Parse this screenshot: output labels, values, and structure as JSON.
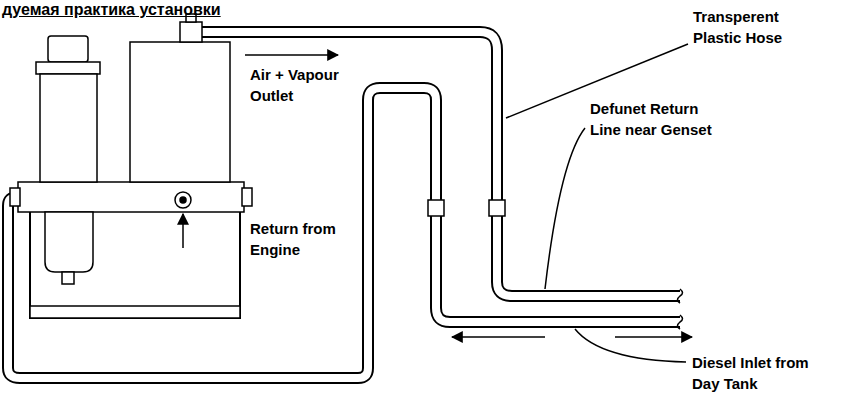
{
  "diagram": {
    "title": "дуемая практика установки",
    "labels": [
      "Transperent Plastic Hose",
      "Air + Vapour Outlet",
      "Defunet Return Line near Genset",
      "Return from Engine",
      "Diesel Inlet from Day Tank"
    ]
  }
}
